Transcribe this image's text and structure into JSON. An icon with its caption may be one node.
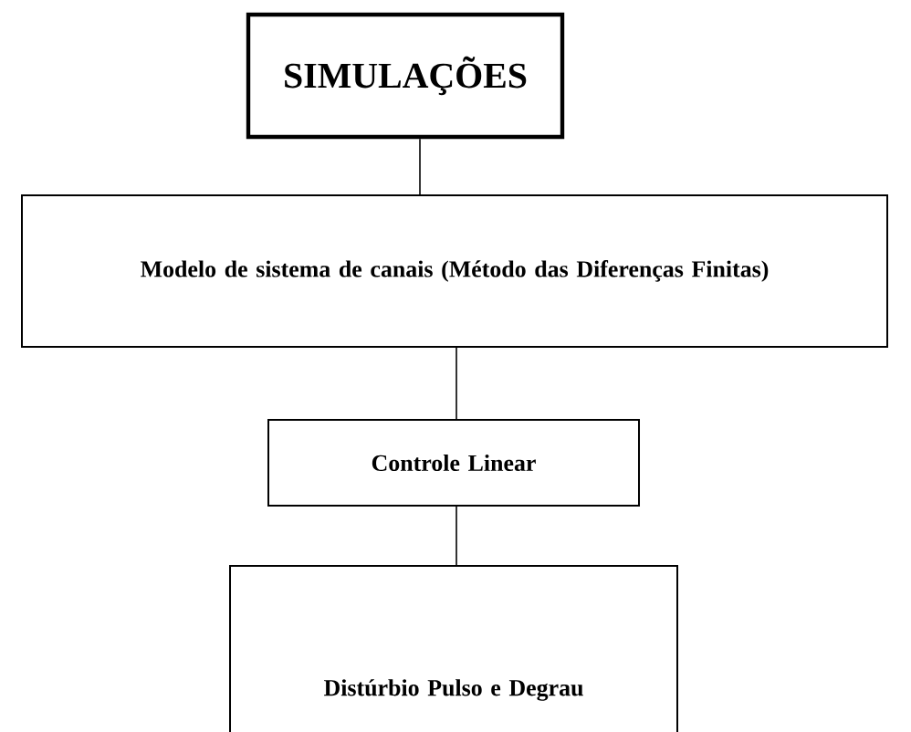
{
  "diagram": {
    "nodes": [
      {
        "text": [
          "SIMULAÇÕES"
        ]
      },
      {
        "text": [
          "Modelo de sistema de canais (Método das Diferenças Finitas)"
        ]
      },
      {
        "text": [
          "Controle Linear"
        ]
      },
      {
        "text": [
          "Distúrbio Pulso e Degrau"
        ]
      }
    ],
    "edges": [
      {
        "from": 0,
        "to": 1,
        "arrow": "none"
      },
      {
        "from": 1,
        "to": 2,
        "arrow": "none"
      },
      {
        "from": 2,
        "to": 3,
        "arrow": "none"
      }
    ]
  }
}
